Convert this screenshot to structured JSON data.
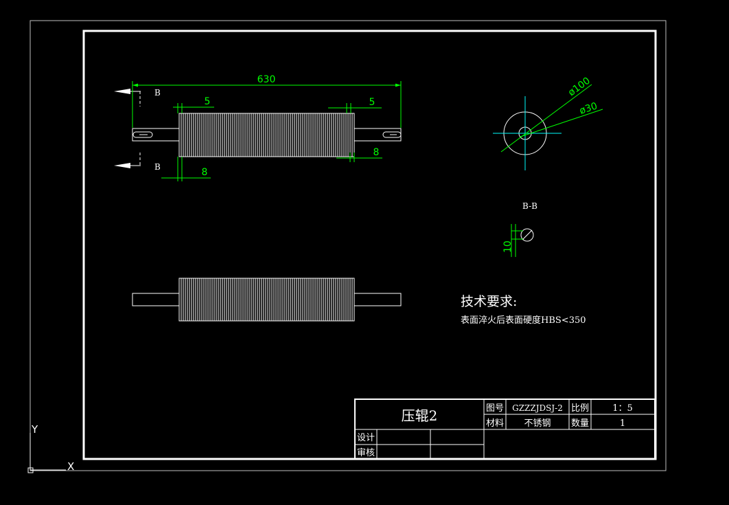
{
  "drawing": {
    "dimensions": {
      "overall_length": "630",
      "groove_left": "5",
      "groove_right": "5",
      "pitch_left": "8",
      "pitch_right": "8",
      "outer_diameter": "ø100",
      "inner_diameter": "ø30",
      "key_width": "10"
    },
    "section_marks": {
      "left_top": "B",
      "left_bottom": "B"
    },
    "section_label": "B-B",
    "tech_requirements": {
      "title": "技术要求:",
      "line1": "表面淬火后表面硬度HBS<350"
    },
    "ucs": {
      "y_label": "Y",
      "x_label": "X"
    },
    "title_block": {
      "part_name": "压辊2",
      "drawing_no_label": "图号",
      "drawing_no": "GZZZJDSJ-2",
      "scale_label": "比例",
      "scale": "1：5",
      "material_label": "材料",
      "material": "不锈钢",
      "qty_label": "数量",
      "qty": "1",
      "designer_label": "设计",
      "reviewer_label": "审核"
    },
    "colors": {
      "background": "#000000",
      "outline": "#ffffff",
      "dimension": "#00ff00",
      "centerline": "#00ffff",
      "frame": "#bfbfbf"
    }
  }
}
